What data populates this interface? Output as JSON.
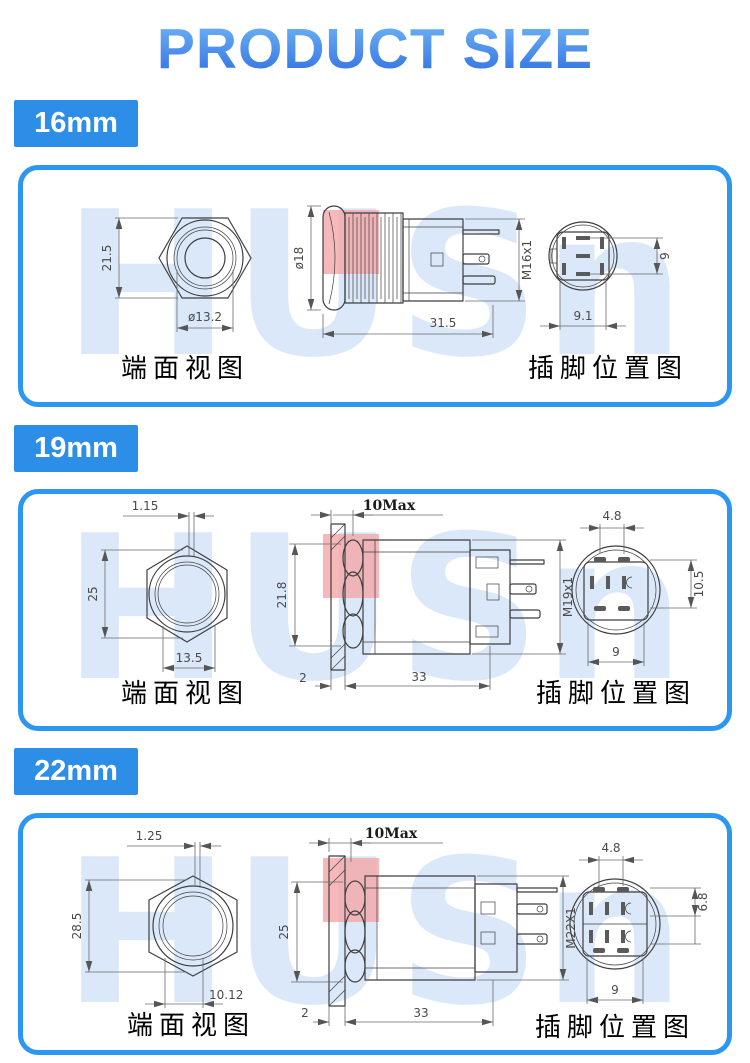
{
  "title": "PRODUCT SIZE",
  "watermark": "HUSn",
  "captions": {
    "end_view": "端面视图",
    "pin_view": "插脚位置图"
  },
  "colors": {
    "panel_border_blue": "#2b97f3",
    "tag_blue": "#2d8ee8",
    "title_gradient_top": "#74b9f6",
    "title_gradient_bottom": "#2c6be2",
    "watermark_blue": "#dbe8f9",
    "watermark_pink": "#f4a6a8"
  },
  "sections": [
    {
      "label": "16mm",
      "end_view": {
        "height": "21.5",
        "diameter": "ø13.2"
      },
      "side_view": {
        "head_diameter": "ø18",
        "thread": "M16x1",
        "length": "31.5"
      },
      "pin_view": {
        "pin_span_height": "9",
        "pin_span_width": "9.1"
      }
    },
    {
      "label": "19mm",
      "end_view": {
        "key_width": "1.15",
        "height": "25",
        "hole_width": "13.5"
      },
      "side_view": {
        "travel": "10Max",
        "head_height": "21.8",
        "thread": "M19x1",
        "flange_thickness": "2",
        "body_length": "33"
      },
      "pin_view": {
        "pin_pitch": "4.8",
        "pin_span_height": "10.5",
        "pin_span_width": "9"
      }
    },
    {
      "label": "22mm",
      "end_view": {
        "key_width": "1.25",
        "height": "28.5",
        "hole_width": "10.12"
      },
      "side_view": {
        "travel": "10Max",
        "head_height": "25",
        "thread": "M22X1",
        "flange_thickness": "2",
        "body_length": "33"
      },
      "pin_view": {
        "pin_pitch": "4.8",
        "pin_row_offset": "6.8",
        "pin_span_width": "9"
      }
    }
  ]
}
